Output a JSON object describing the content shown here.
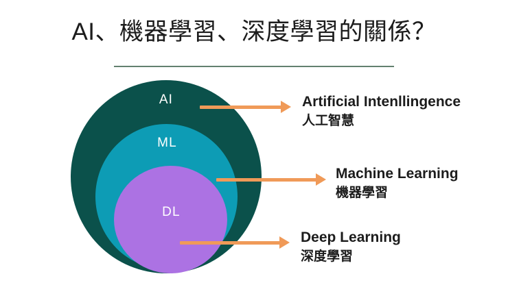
{
  "slide": {
    "title": "AI、機器學習、深度學習的關係？",
    "background_color": "#ffffff",
    "title_rule_color": "#63806f"
  },
  "diagram": {
    "type": "nested-venn",
    "circles": [
      {
        "id": "ai",
        "label": "AI",
        "color": "#0B514B",
        "label_color": "#ffffff"
      },
      {
        "id": "ml",
        "label": "ML",
        "color": "#0D9CB5",
        "label_color": "#ffffff"
      },
      {
        "id": "dl",
        "label": "DL",
        "color": "#AC72E3",
        "label_color": "#ffffff"
      }
    ]
  },
  "arrows": {
    "color": "#F09A58",
    "items": [
      {
        "id": "arrow-ai",
        "points_to": "ai"
      },
      {
        "id": "arrow-ml",
        "points_to": "ml"
      },
      {
        "id": "arrow-dl",
        "points_to": "dl"
      }
    ]
  },
  "callouts": [
    {
      "id": "ai",
      "english": "Artificial Intenllingence",
      "chinese": "人工智慧"
    },
    {
      "id": "ml",
      "english": "Machine Learning",
      "chinese": "機器學習"
    },
    {
      "id": "dl",
      "english": "Deep Learning",
      "chinese": "深度學習"
    }
  ]
}
